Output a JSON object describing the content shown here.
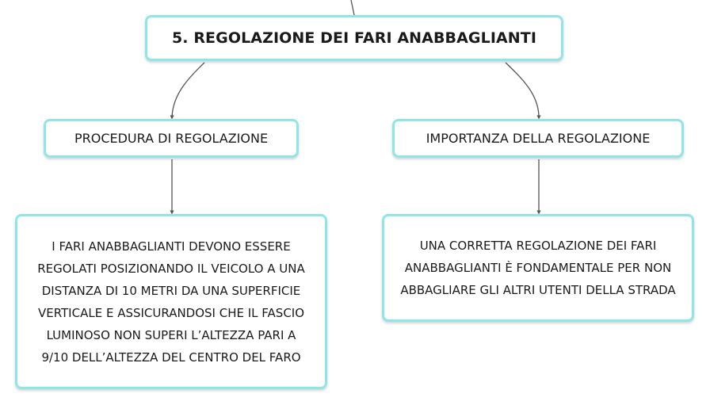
{
  "root": {
    "title": "5. REGOLAZIONE DEI FARI ANABBAGLIANTI"
  },
  "branches": [
    {
      "label": "PROCEDURA DI REGOLAZIONE",
      "detail": "I FARI ANABBAGLIANTI DEVONO ESSERE\nREGOLATI POSIZIONANDO IL VEICOLO A UNA\nDISTANZA DI 10 METRI DA UNA SUPERFICIE\nVERTICALE E ASSICURANDOSI CHE IL FASCIO\nLUMINOSO NON SUPERI L’ALTEZZA PARI A\n9/10 DELL’ALTEZZA DEL CENTRO DEL FARO"
    },
    {
      "label": "IMPORTANZA DELLA REGOLAZIONE",
      "detail": "UNA CORRETTA REGOLAZIONE DEI FARI\nANABBAGLIANTI È FONDAMENTALE PER NON\nABBAGLIARE GLI ALTRI UTENTI DELLA STRADA"
    }
  ],
  "colors": {
    "node_border": "#8fe6e6",
    "connector": "#555555",
    "text": "#1a1a1a"
  }
}
